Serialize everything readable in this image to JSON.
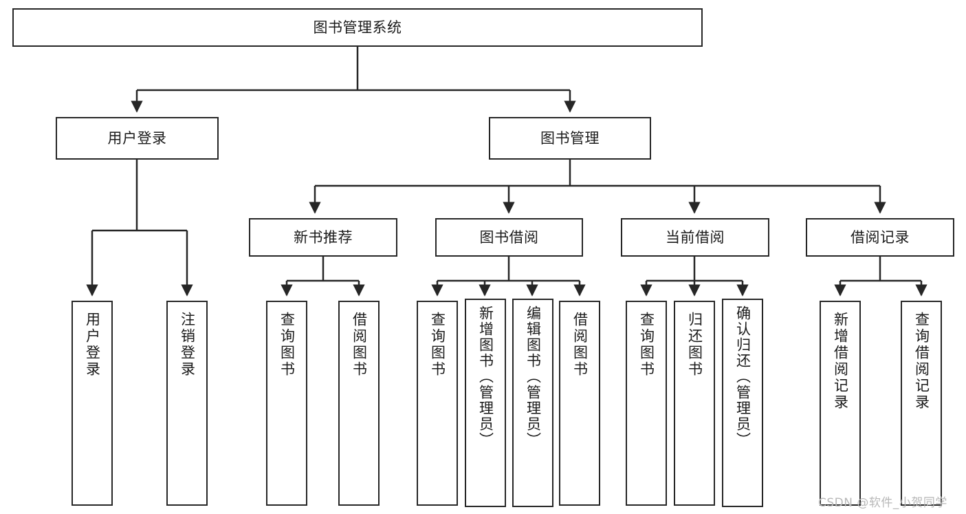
{
  "diagram": {
    "title": "图书管理系统",
    "type": "tree-hierarchy",
    "watermark": "CSDN @软件_小贺同学",
    "colors": {
      "box_border": "#262626",
      "box_fill": "#ffffff",
      "text": "#1a1a1a",
      "edge": "#262626",
      "watermark": "#b8b8b8"
    },
    "nodes": {
      "root": {
        "label": "图书管理系统"
      },
      "level2": [
        {
          "id": "user-login",
          "label": "用户登录"
        },
        {
          "id": "book-manage",
          "label": "图书管理"
        }
      ],
      "level3": [
        {
          "id": "new-book-recommend",
          "label": "新书推荐"
        },
        {
          "id": "book-borrow",
          "label": "图书借阅"
        },
        {
          "id": "current-borrow",
          "label": "当前借阅"
        },
        {
          "id": "borrow-record",
          "label": "借阅记录"
        }
      ],
      "leaves": [
        {
          "id": "leaf-user-login",
          "label": "用户登录",
          "parent": "user-login"
        },
        {
          "id": "leaf-logout-login",
          "label": "注销登录",
          "parent": "user-login"
        },
        {
          "id": "leaf-query-book-1",
          "label": "查询图书",
          "parent": "new-book-recommend"
        },
        {
          "id": "leaf-borrow-book-1",
          "label": "借阅图书",
          "parent": "new-book-recommend"
        },
        {
          "id": "leaf-query-book-2",
          "label": "查询图书",
          "parent": "book-borrow"
        },
        {
          "id": "leaf-add-book",
          "label": "新增图书（管理员）",
          "parent": "book-borrow"
        },
        {
          "id": "leaf-edit-book",
          "label": "编辑图书（管理员）",
          "parent": "book-borrow"
        },
        {
          "id": "leaf-borrow-book-2",
          "label": "借阅图书",
          "parent": "book-borrow"
        },
        {
          "id": "leaf-query-book-3",
          "label": "查询图书",
          "parent": "current-borrow"
        },
        {
          "id": "leaf-return-book",
          "label": "归还图书",
          "parent": "current-borrow"
        },
        {
          "id": "leaf-confirm-return",
          "label": "确认归还（管理员）",
          "parent": "current-borrow"
        },
        {
          "id": "leaf-add-record",
          "label": "新增借阅记录",
          "parent": "borrow-record"
        },
        {
          "id": "leaf-query-record",
          "label": "查询借阅记录",
          "parent": "borrow-record"
        }
      ]
    }
  }
}
